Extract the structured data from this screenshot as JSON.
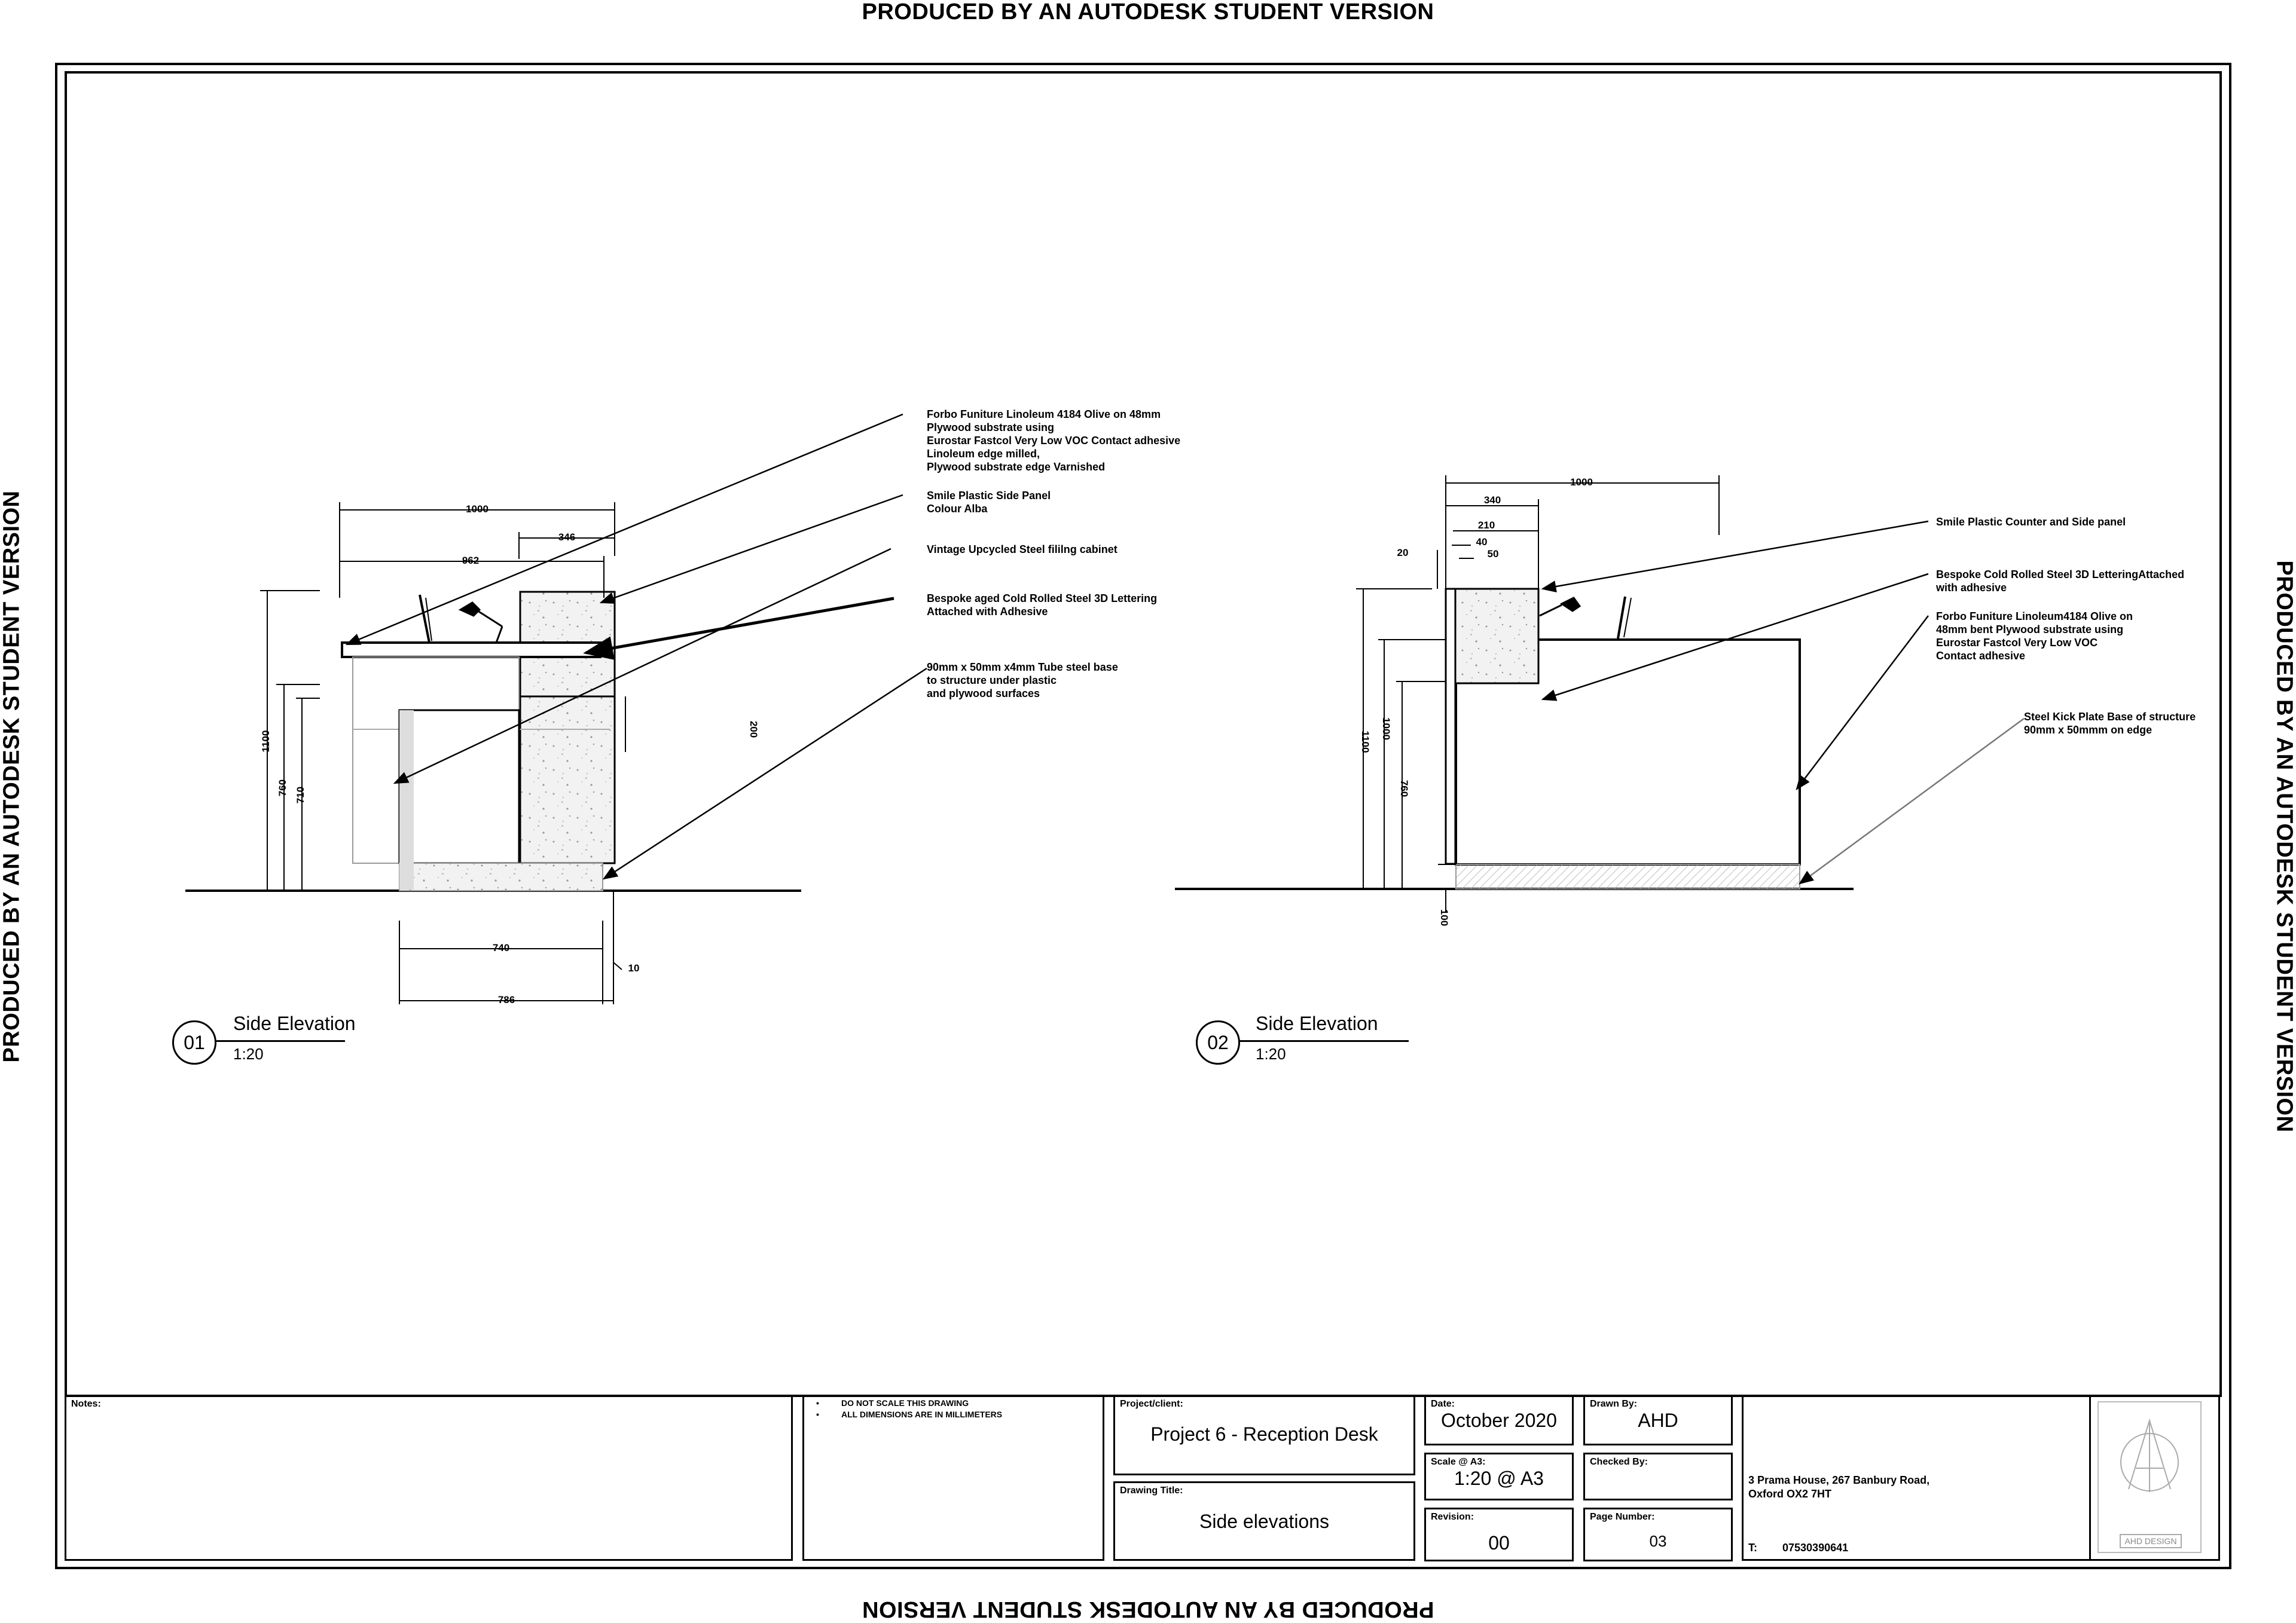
{
  "watermark": "PRODUCED BY AN AUTODESK STUDENT VERSION",
  "views": [
    {
      "number": "01",
      "title": "Side Elevation",
      "scale": "1:20"
    },
    {
      "number": "02",
      "title": "Side Elevation",
      "scale": "1:20"
    }
  ],
  "view1": {
    "dims": [
      "1000",
      "346",
      "962",
      "1100",
      "760",
      "710",
      "200",
      "740",
      "786",
      "10"
    ],
    "notes": [
      "Forbo Funiture Linoleum 4184 Olive on 48mm\nPlywood substrate using\nEurostar Fastcol Very Low VOC Contact adhesive\nLinoleum edge milled,\nPlywood substrate edge Varnished",
      "Smile Plastic Side Panel\nColour Alba",
      "Vintage Upcycled Steel fililng cabinet",
      "Bespoke aged Cold Rolled Steel 3D Lettering\nAttached with Adhesive",
      "90mm x 50mm x4mm Tube steel base\nto structure under plastic\nand plywood surfaces"
    ]
  },
  "view2": {
    "dims": [
      "1000",
      "340",
      "210",
      "40",
      "50",
      "20",
      "1100",
      "1000",
      "760",
      "100"
    ],
    "notes": [
      "Smile Plastic Counter and Side panel",
      "Bespoke Cold Rolled Steel 3D LetteringAttached\nwith adhesive",
      "Forbo Funiture Linoleum4184 Olive on\n48mm bent Plywood substrate using\nEurostar Fastcol Very Low VOC\nContact adhesive",
      "Steel Kick Plate Base of structure\n90mm x 50mmm on edge"
    ]
  },
  "title_block": {
    "notes_label": "Notes:",
    "general_notes": [
      "DO NOT SCALE THIS DRAWING",
      "ALL DIMENSIONS ARE IN MILLIMETERS"
    ],
    "project_label": "Project/client:",
    "project_value": "Project 6 -  Reception Desk",
    "drawing_title_label": "Drawing Title:",
    "drawing_title_value": "Side elevations",
    "date_label": "Date:",
    "date_value": "October 2020",
    "scale_label": "Scale @ A3:",
    "scale_value": "1:20 @ A3",
    "revision_label": "Revision:",
    "revision_value": "00",
    "drawn_by_label": "Drawn By:",
    "drawn_by_value": "AHD",
    "checked_by_label": "Checked By:",
    "page_number_label": "Page Number:",
    "page_number_value": "03",
    "address_line1": "3 Prama House, 267 Banbury Road,",
    "address_line2": "Oxford OX2 7HT",
    "phone_label": "T:",
    "phone_value": "07530390641",
    "logo_text": "AHD DESIGN"
  }
}
